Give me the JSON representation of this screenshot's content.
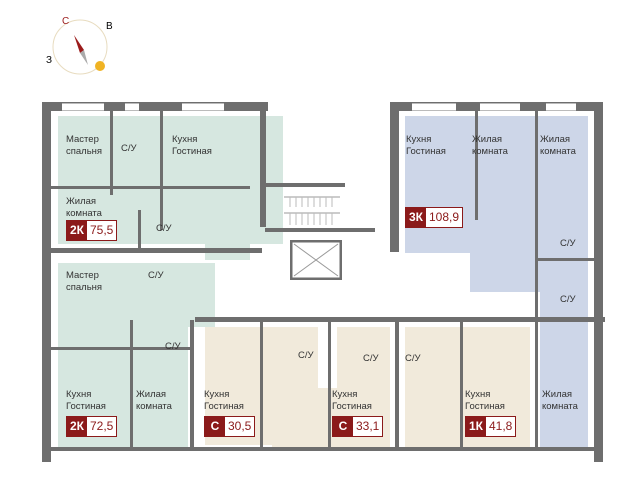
{
  "compass": {
    "north": "С",
    "east": "В",
    "west": "З"
  },
  "colors": {
    "two_room": "#d6e7e0",
    "three_room": "#cdd6e8",
    "studio": "#f1eadb",
    "badge": "#8b1a1a",
    "wall": "#6e6e6e"
  },
  "apartments": [
    {
      "type": "2К",
      "area": "75,5",
      "rooms": [
        "Мастер\nспальня",
        "С/У",
        "Кухня\nГостиная",
        "Жилая\nкомната",
        "С/У"
      ]
    },
    {
      "type": "3К",
      "area": "108,9",
      "rooms": [
        "Кухня\nГостиная",
        "Жилая\nкомната",
        "Жилая\nкомната",
        "С/У",
        "С/У",
        "Жилая\nкомната"
      ]
    },
    {
      "type": "2К",
      "area": "72,5",
      "rooms": [
        "Мастер\nспальня",
        "С/У",
        "С/У",
        "Кухня\nГостиная",
        "Жилая\nкомната"
      ]
    },
    {
      "type": "С",
      "area": "30,5",
      "rooms": [
        "Кухня\nГостиная",
        "С/У"
      ]
    },
    {
      "type": "С",
      "area": "33,1",
      "rooms": [
        "Кухня\nГостиная",
        "С/У"
      ]
    },
    {
      "type": "1К",
      "area": "41,8",
      "rooms": [
        "Кухня\nГостиная",
        "С/У"
      ]
    }
  ]
}
